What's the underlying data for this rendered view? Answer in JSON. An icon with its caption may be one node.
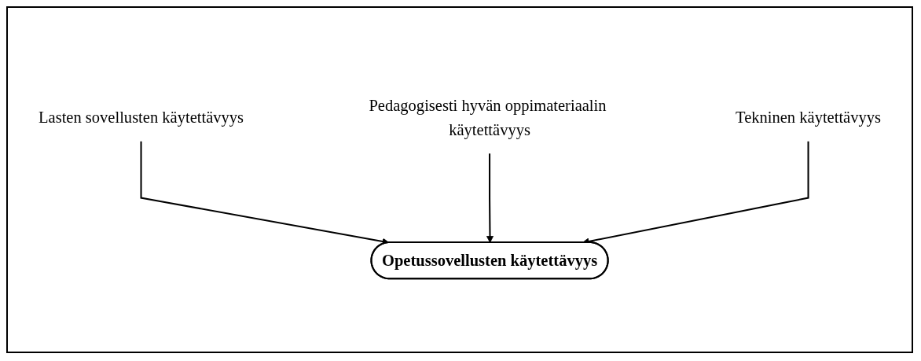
{
  "diagram": {
    "nodes": [
      {
        "text": [
          "Lasten sovellusten käytettävyys"
        ]
      },
      {
        "text": [
          "Pedagogisesti hyvän oppimateriaalin käytettävyys"
        ]
      },
      {
        "text": [
          "Tekninen käytettävyys"
        ]
      },
      {
        "text": [
          "Opetussovellusten käytettävyys"
        ]
      }
    ],
    "edges": [
      {
        "from": 0,
        "to": 3,
        "arrow": "to"
      },
      {
        "from": 1,
        "to": 3,
        "arrow": "to"
      },
      {
        "from": 2,
        "to": 3,
        "arrow": "to"
      }
    ]
  }
}
